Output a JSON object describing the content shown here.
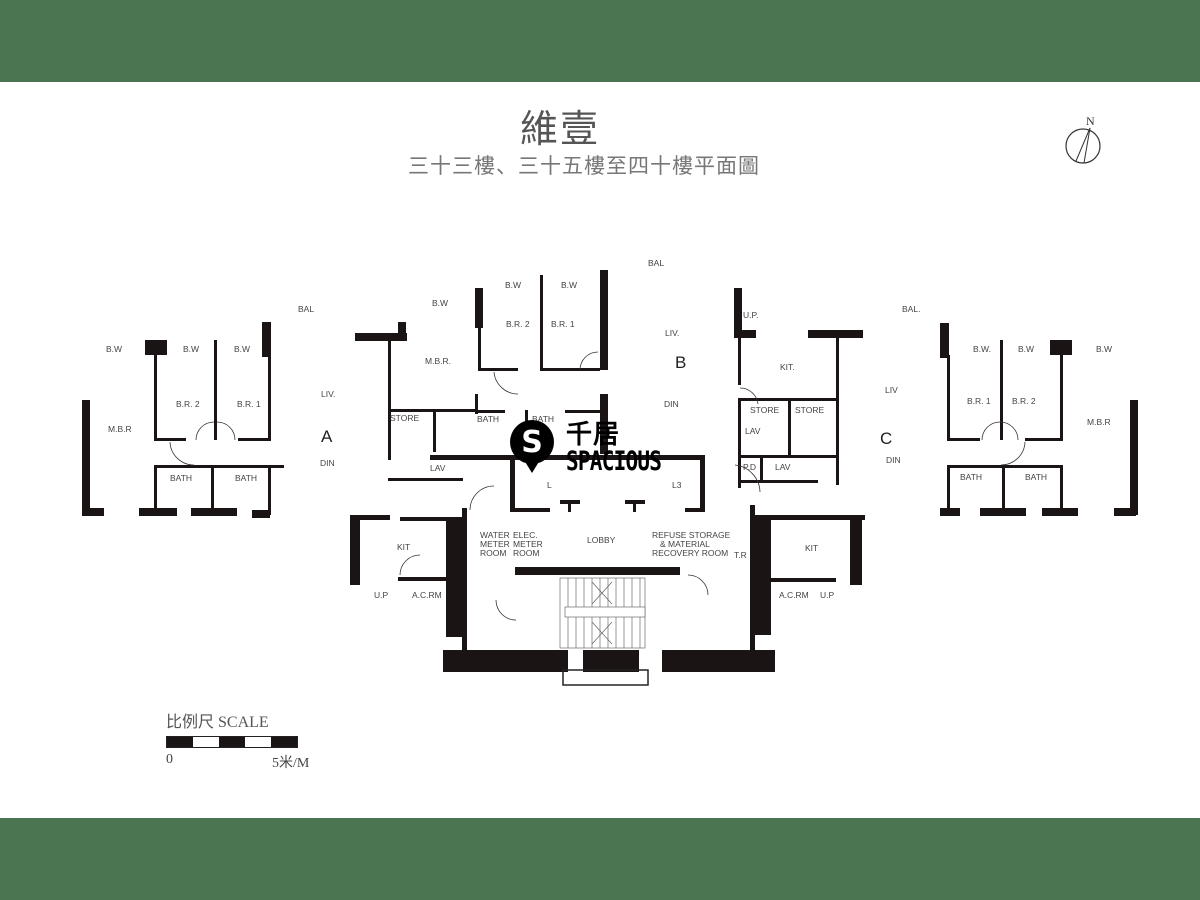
{
  "colors": {
    "band": "#4a7550",
    "wall": "#1a1414",
    "text": "#444444"
  },
  "header": {
    "title": "維壹",
    "subtitle": "三十三樓、三十五樓至四十樓平面圖"
  },
  "north_arrow": {
    "label": "N",
    "icon": "north-arrow-icon"
  },
  "units": {
    "A": {
      "label": "A",
      "rooms": {
        "bal": "BAL",
        "liv": "LIV.",
        "din": "DIN",
        "mbr": "M.B.R",
        "br1": "B.R. 1",
        "br2": "B.R. 2",
        "bw1": "B.W",
        "bw2": "B.W",
        "bw3": "B.W",
        "bath1": "BATH",
        "bath2": "BATH",
        "kit": "KIT",
        "acrm": "A.C.RM",
        "up": "U.P"
      }
    },
    "B": {
      "label": "B",
      "rooms": {
        "bal": "BAL",
        "liv": "LIV.",
        "din": "DIN",
        "mbr": "M.B.R.",
        "br1": "B.R. 1",
        "br2": "B.R. 2",
        "bw1": "B.W",
        "bw2": "B.W",
        "bw3": "B.W",
        "bath1": "BATH",
        "bath2": "BATH",
        "store": "STORE",
        "lav": "LAV"
      }
    },
    "C": {
      "label": "C",
      "rooms": {
        "bal": "BAL.",
        "liv": "LIV",
        "din": "DIN",
        "mbr": "M.B.R",
        "br1": "B.R. 1",
        "br2": "B.R. 2",
        "bw1": "B.W.",
        "bw2": "B.W",
        "bw3": "B.W",
        "bath1": "BATH",
        "bath2": "BATH",
        "kit": "KIT.",
        "store1": "STORE",
        "store2": "STORE",
        "lav1": "LAV",
        "lav2": "LAV",
        "pd": "P.D",
        "up": "U.P.",
        "kit2": "KIT",
        "acrm": "A.C.RM",
        "up2": "U.P"
      }
    }
  },
  "core": {
    "lobby": "LOBBY",
    "water_meter": [
      "WATER",
      "METER",
      "ROOM"
    ],
    "elec_meter": [
      "ELEC.",
      "METER",
      "ROOM"
    ],
    "refuse": [
      "REFUSE STORAGE",
      "& MATERIAL",
      "RECOVERY ROOM"
    ],
    "lift_left": "L",
    "lift_right": "L3",
    "ter": "T.R"
  },
  "scale": {
    "caption": "比例尺 SCALE",
    "start": "0",
    "end": "5米/M"
  },
  "watermark": {
    "cn": "千居",
    "en": "SPACIOUS",
    "badge": "S"
  }
}
